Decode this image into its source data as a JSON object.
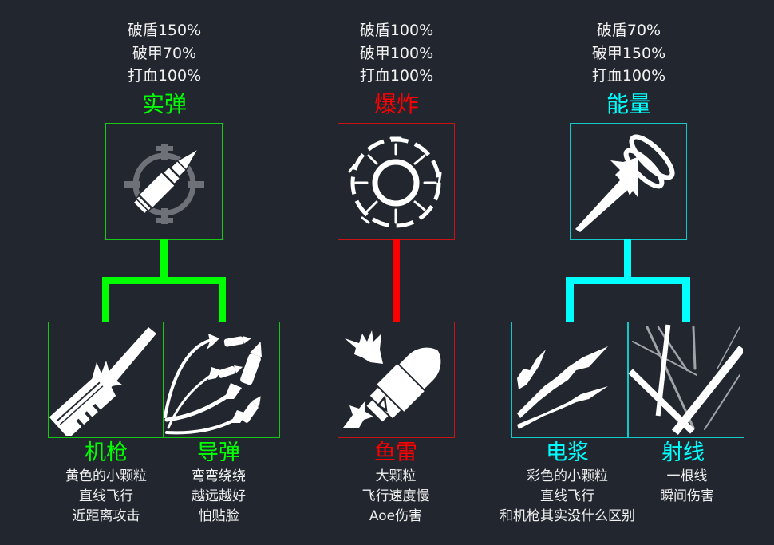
{
  "colors": {
    "background": "#22272f",
    "kinetic": "#00ff00",
    "kinetic_border": "#14c814",
    "explosive": "#ff0000",
    "explosive_border": "#c81414",
    "energy": "#00ffff",
    "energy_border": "#14c8c8"
  },
  "categories": [
    {
      "id": "kinetic",
      "title": "实弹",
      "stats": [
        "破盾150%",
        "破甲70%",
        "打血100%"
      ],
      "icon": "bullet-crosshair-icon",
      "weapons": [
        {
          "name": "机枪",
          "icon": "machine-gun-icon",
          "desc": [
            "黄色的小颗粒",
            "直线飞行",
            "近距离攻击"
          ]
        },
        {
          "name": "导弹",
          "icon": "missiles-icon",
          "desc": [
            "弯弯绕绕",
            "越远越好",
            "怕贴脸"
          ]
        }
      ]
    },
    {
      "id": "explosive",
      "title": "爆炸",
      "stats": [
        "破盾100%",
        "破甲100%",
        "打血100%"
      ],
      "icon": "explosion-ring-icon",
      "weapons": [
        {
          "name": "鱼雷",
          "icon": "torpedo-icon",
          "desc": [
            "大颗粒",
            "飞行速度慢",
            "Aoe伤害"
          ]
        }
      ]
    },
    {
      "id": "energy",
      "title": "能量",
      "stats": [
        "破盾70%",
        "破甲150%",
        "打血100%"
      ],
      "icon": "energy-beam-icon",
      "weapons": [
        {
          "name": "电浆",
          "icon": "plasma-icon",
          "desc": [
            "彩色的小颗粒",
            "直线飞行",
            "和机枪其实没什么区别"
          ]
        },
        {
          "name": "射线",
          "icon": "laser-icon",
          "desc": [
            "一根线",
            "瞬间伤害"
          ]
        }
      ]
    }
  ]
}
